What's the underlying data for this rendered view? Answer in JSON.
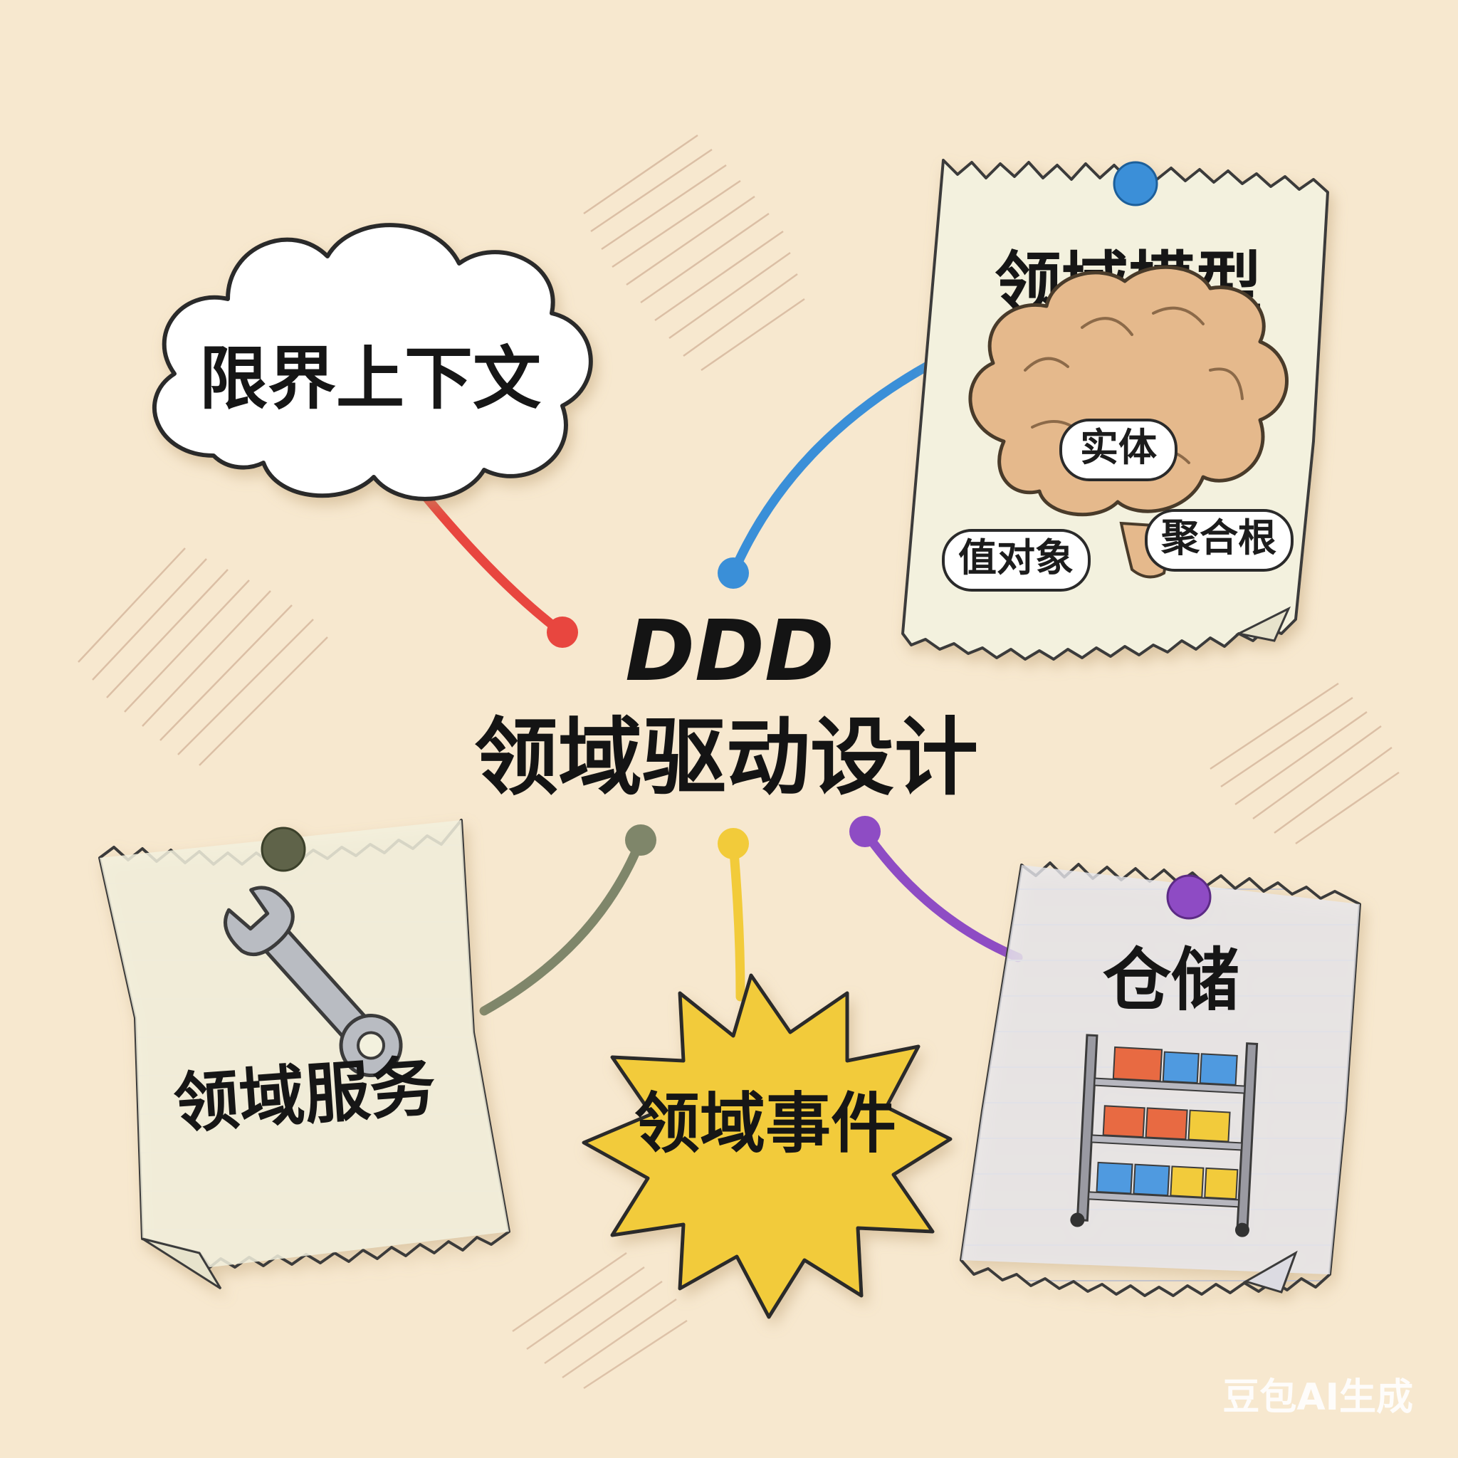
{
  "center": {
    "line1": "DDD",
    "line2": "领域驱动设计"
  },
  "nodes": {
    "bounded_context": {
      "label": "限界上下文",
      "color": "#e8463f"
    },
    "domain_model": {
      "label": "领域模型",
      "color": "#3a8fd8",
      "chips": [
        "实体",
        "值对象",
        "聚合根"
      ]
    },
    "domain_service": {
      "label": "领域服务",
      "color": "#7f866a"
    },
    "domain_event": {
      "label": "领域事件",
      "color": "#f2cb3a"
    },
    "repository": {
      "label": "仓储",
      "color": "#8e4cc4"
    }
  },
  "watermark": "豆包AI生成"
}
